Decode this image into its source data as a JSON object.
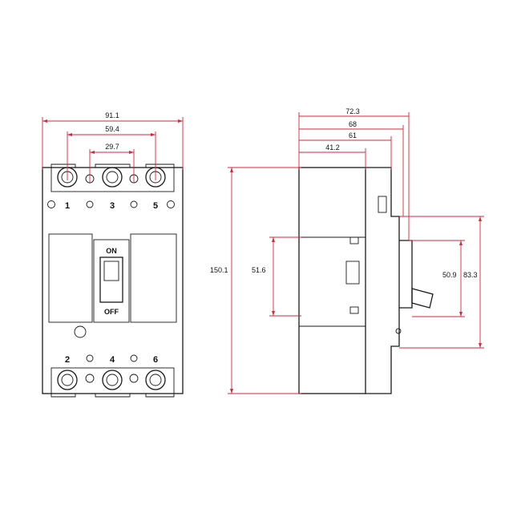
{
  "front_view": {
    "terminal_labels_top": [
      "1",
      "3",
      "5"
    ],
    "terminal_labels_bottom": [
      "2",
      "4",
      "6"
    ],
    "switch": {
      "on_label": "ON",
      "off_label": "OFF"
    },
    "dimensions": {
      "total_width": "91.1",
      "outer_pole_spacing": "59.4",
      "pole_spacing": "29.7"
    }
  },
  "side_view": {
    "dimensions": {
      "depth_total": "72.3",
      "depth_68": "68",
      "depth_61": "61",
      "depth_41": "41.2",
      "height_total": "150.1",
      "height_516": "51.6",
      "height_509": "50.9",
      "height_833": "83.3"
    }
  }
}
